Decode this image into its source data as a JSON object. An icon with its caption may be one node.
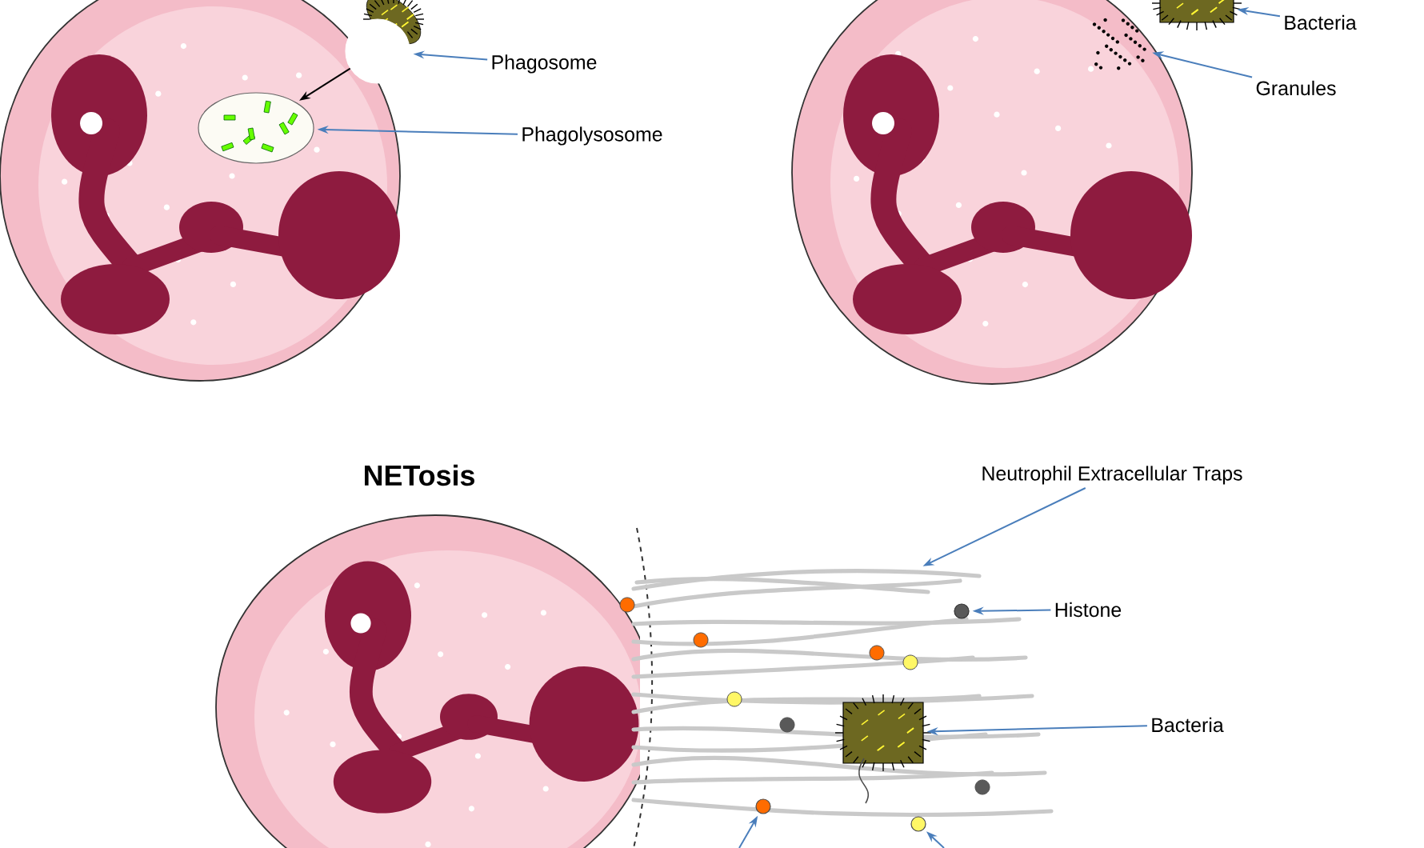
{
  "diagram": {
    "nodes": [
      {
        "text": [
          "Phagosome"
        ]
      },
      {
        "text": [],
        "shape": "circle"
      },
      {
        "text": [
          "Phagolysosome"
        ]
      },
      {
        "text": [],
        "shape": "ellipse"
      },
      {
        "text": [
          "Bacteria"
        ]
      },
      {
        "text": [],
        "shape": "picture"
      },
      {
        "text": [
          "Granules"
        ]
      },
      {
        "text": [],
        "shape": "picture"
      },
      {
        "text": [
          "Neutrophil Extracellular Traps"
        ]
      },
      {
        "text": [],
        "shape": "picture"
      },
      {
        "text": [
          "Histone"
        ]
      },
      {
        "text": [],
        "shape": "circle"
      },
      {
        "text": [
          "Bacteria"
        ]
      },
      {
        "text": [],
        "shape": "picture"
      },
      {
        "text": [],
        "shape": "circle"
      },
      {
        "text": [],
        "shape": "circle"
      }
    ],
    "edges": [
      {
        "from": 0,
        "to": 1,
        "arrow": "to"
      },
      {
        "from": 1,
        "to": 3,
        "arrow": "to",
        "color": "#000000"
      },
      {
        "from": 2,
        "to": 3,
        "arrow": "to"
      },
      {
        "from": 4,
        "to": 5,
        "arrow": "to"
      },
      {
        "from": 6,
        "to": 7,
        "arrow": "to"
      },
      {
        "from": 8,
        "to": 9,
        "arrow": "to"
      },
      {
        "from": 10,
        "to": 11,
        "arrow": "to"
      },
      {
        "from": 12,
        "to": 13,
        "arrow": "to"
      },
      {
        "from": null,
        "to": 14,
        "arrow": "to"
      },
      {
        "from": null,
        "to": 15,
        "arrow": "to"
      }
    ],
    "labels": [
      "NETosis"
    ]
  }
}
